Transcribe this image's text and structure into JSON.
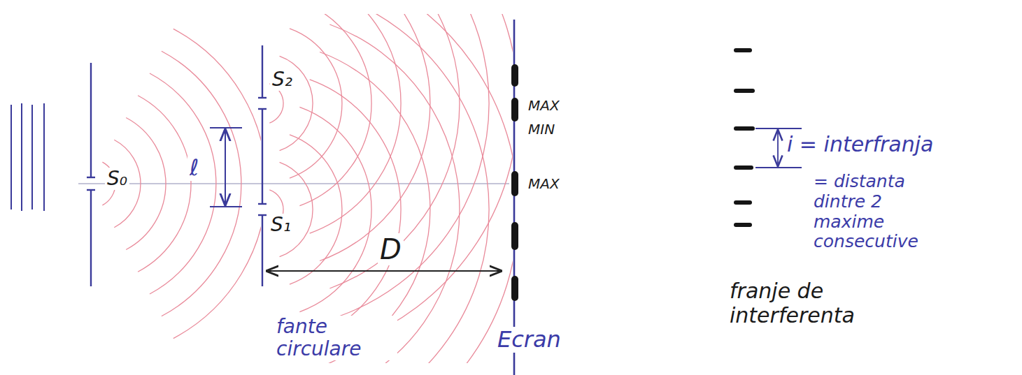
{
  "diagram": {
    "labels": [
      "S₀",
      "ℓ",
      "S₂",
      "S₁",
      "MAX",
      "MIN",
      "MAX",
      "D",
      "fante circulare",
      "Ecran",
      "i = interfranja",
      "= distanta dintre 2 maxime consecutive",
      "franje de interferenta"
    ]
  }
}
